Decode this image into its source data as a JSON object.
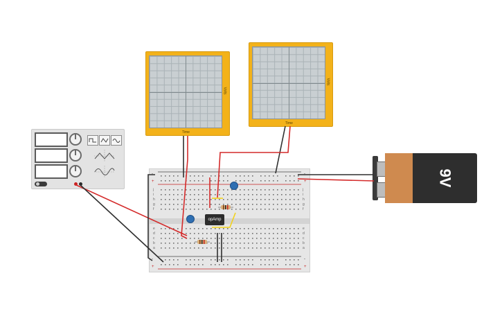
{
  "colors": {
    "scope_body": "#f3b21a",
    "wire_red": "#d42a2a",
    "wire_black": "#2f2f2f",
    "wire_yellow": "#f2d21a",
    "capacitor": "#2f6fb2",
    "battery_copper": "#cf8a4f",
    "battery_body": "#2e2e2e"
  },
  "oscilloscope_1": {
    "time_label": "Time",
    "volt_label": "Volts"
  },
  "oscilloscope_2": {
    "time_label": "Time",
    "volt_label": "Volts"
  },
  "opamp": {
    "label": "opAmp"
  },
  "battery": {
    "label": "9V"
  },
  "breadboard": {
    "top_rail_signs": [
      "-",
      "+"
    ],
    "bottom_rail_signs": [
      "-",
      "+"
    ],
    "row_letters_top": [
      "j",
      "i",
      "h",
      "g",
      "f"
    ],
    "row_letters_bottom": [
      "e",
      "d",
      "c",
      "b",
      "a"
    ]
  },
  "function_generator": {
    "waveforms": [
      "square-wave-icon",
      "triangle-wave-icon",
      "sine-wave-icon"
    ]
  }
}
